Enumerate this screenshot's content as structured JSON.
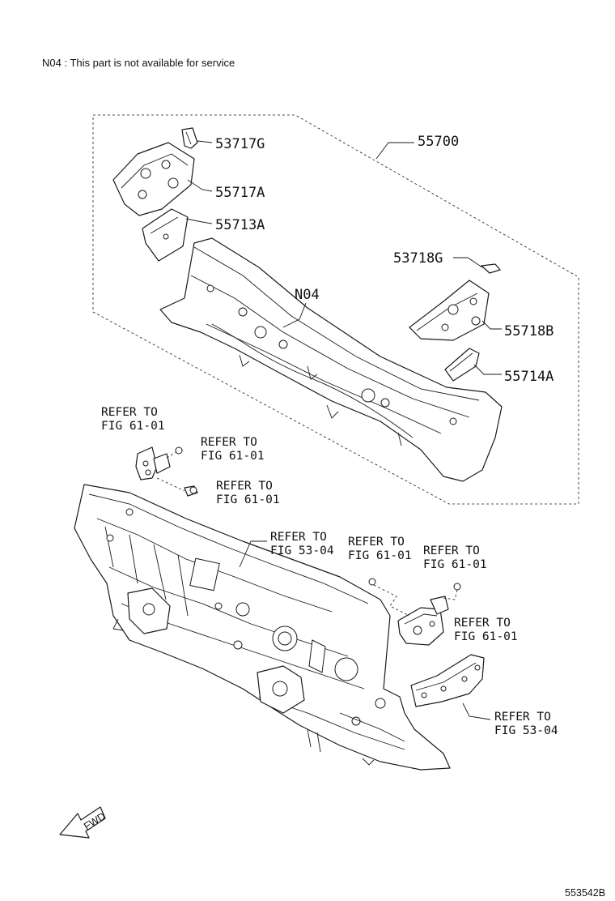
{
  "note": "N04 : This part is not available for service",
  "labels": {
    "p53717G": "53717G",
    "p55717A": "55717A",
    "p55713A": "55713A",
    "p55700": "55700",
    "p53718G": "53718G",
    "pN04": "N04",
    "p55718B": "55718B",
    "p55714A": "55714A"
  },
  "refs": {
    "r1": {
      "line1": "REFER TO",
      "line2": "FIG 61-01"
    },
    "r2": {
      "line1": "REFER TO",
      "line2": "FIG 61-01"
    },
    "r3": {
      "line1": "REFER TO",
      "line2": "FIG 61-01"
    },
    "r4": {
      "line1": "REFER TO",
      "line2": "FIG 53-04"
    },
    "r5": {
      "line1": "REFER TO",
      "line2": "FIG 61-01"
    },
    "r6": {
      "line1": "REFER TO",
      "line2": "FIG 61-01"
    },
    "r7": {
      "line1": "REFER TO",
      "line2": "FIG 61-01"
    },
    "r8": {
      "line1": "REFER TO",
      "line2": "FIG 53-04"
    }
  },
  "fwd": "FWD",
  "diagram_code": "553542B"
}
